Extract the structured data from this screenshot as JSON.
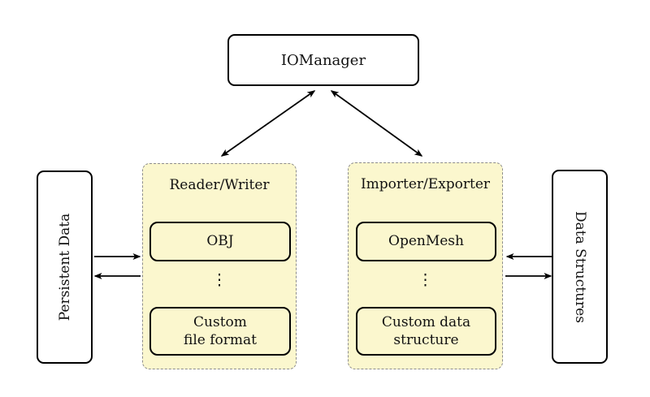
{
  "colors": {
    "background": "#ffffff",
    "group_fill": "#fbf7ce",
    "group_border": "#8d8d8d",
    "node_border": "#000000",
    "arrow": "#000000",
    "text": "#111111"
  },
  "nodes": {
    "iomanager": {
      "label": "IOManager"
    },
    "persistent_data": {
      "label": "Persistent Data"
    },
    "data_structures": {
      "label": "Data Structures"
    },
    "reader_writer": {
      "title": "Reader/Writer",
      "item_top": "OBJ",
      "dots": "⋮",
      "item_bottom_line1": "Custom",
      "item_bottom_line2": "file format"
    },
    "importer_exporter": {
      "title": "Importer/Exporter",
      "item_top": "OpenMesh",
      "dots": "⋮",
      "item_bottom_line1": "Custom data",
      "item_bottom_line2": "structure"
    }
  }
}
